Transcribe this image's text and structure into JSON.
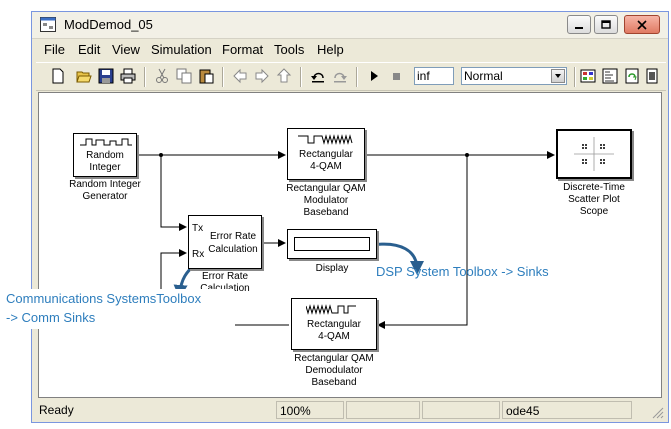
{
  "window": {
    "title": "ModDemod_05",
    "menus": [
      "File",
      "Edit",
      "View",
      "Simulation",
      "Format",
      "Tools",
      "Help"
    ],
    "toolbar": {
      "icons": [
        "new-icon",
        "open-icon",
        "save-icon",
        "print-icon",
        "cut-icon",
        "copy-icon",
        "paste-icon",
        "back-icon",
        "forward-icon",
        "up-icon",
        "undo-icon",
        "redo-icon",
        "run-icon",
        "stop-icon",
        "library-browser-icon",
        "model-explorer-icon",
        "update-icon",
        "debug-icon"
      ],
      "stop_time": "inf",
      "sim_mode": "Normal"
    },
    "status": {
      "state": "Ready",
      "zoom": "100%",
      "solver": "ode45"
    }
  },
  "blocks": {
    "random_integer": {
      "inner": [
        "Random",
        "Integer"
      ],
      "label": [
        "Random Integer",
        "Generator"
      ]
    },
    "qam_mod": {
      "inner": [
        "Rectangular",
        "4-QAM"
      ],
      "label": [
        "Rectangular QAM",
        "Modulator",
        "Baseband"
      ]
    },
    "scatter": {
      "label": [
        "Discrete-Time",
        "Scatter Plot",
        "Scope"
      ]
    },
    "error_rate": {
      "port_tx": "Tx",
      "port_rx": "Rx",
      "inner": [
        "Error Rate",
        "Calculation"
      ],
      "label": [
        "Error Rate",
        "Calculation"
      ]
    },
    "display": {
      "label": "Display"
    },
    "qam_demod": {
      "inner": [
        "Rectangular",
        "4-QAM"
      ],
      "label": [
        "Rectangular QAM",
        "Demodulator",
        "Baseband"
      ]
    }
  },
  "annotations": {
    "dsp": "DSP System Toolbox -> Sinks",
    "comm_line1": "Communications SystemsToolbox",
    "comm_line2": "-> Comm Sinks"
  },
  "colors": {
    "annotation": "#2e7ebd",
    "arrow": "#2a5f8f"
  }
}
